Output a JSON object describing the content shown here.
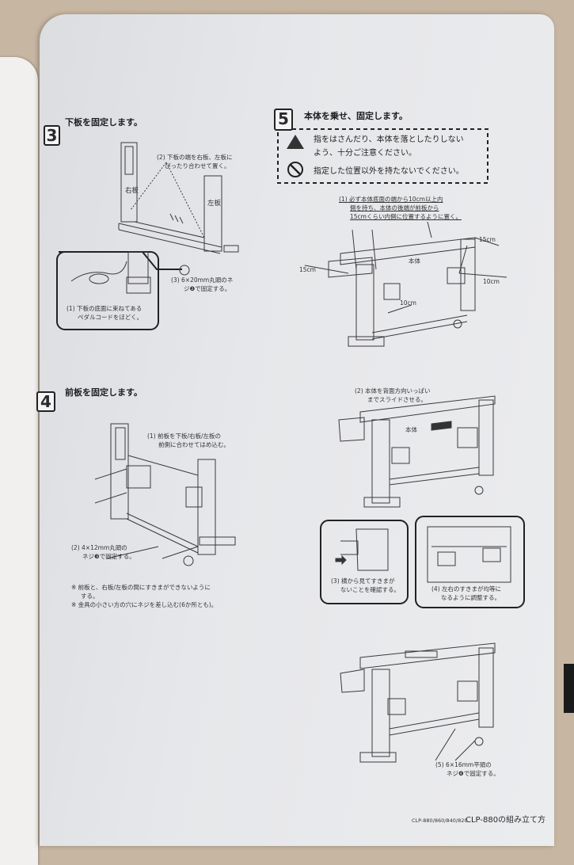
{
  "step3": {
    "number": "3",
    "title": "下板を固定します。",
    "note2_line1": "(2) 下板の端を右板、左板に",
    "note2_line2": "ぴったり合わせて置く。",
    "label_right": "右板",
    "label_left": "左板",
    "note3_line1": "(3) 6×20mm丸頭のネ",
    "note3_line2": "ジ❷で固定する。",
    "note1_line1": "(1) 下板の底面に束ねてある",
    "note1_line2": "ペダルコードをほどく。"
  },
  "step4": {
    "number": "4",
    "title": "前板を固定します。",
    "note1_line1": "(1) 前板を下板/右板/左板の",
    "note1_line2": "前側に合わせてはめ込む。",
    "note2_line1": "(2) 4×12mm丸頭の",
    "note2_line2": "ネジ❸で固定する。",
    "caution1_line1": "※ 前板と、右板/左板の間にすきまができないように",
    "caution1_line2": "する。",
    "caution2": "※ 金具の小さい方の穴にネジを差し込む(6か所とも)。"
  },
  "step5": {
    "number": "5",
    "title": "本体を乗せ、固定します。",
    "warning1_line1": "指をはさんだり、本体を落としたりしない",
    "warning1_line2": "よう、十分ご注意ください。",
    "warning2": "指定した位置以外を持たないでください。",
    "note1_line1": "(1) 必ず本体底面の端から10cm以上内",
    "note1_line2": "側を持ち、本体の後端が前板から",
    "note1_line3": "15cmくらい内側に位置するように置く。",
    "dim_15cm_right": "15cm",
    "dim_15cm_left": "15cm",
    "dim_10cm_right": "10cm",
    "dim_10cm_front": "10cm",
    "body_label": "本体",
    "note2_line1": "(2) 本体を背面方向いっぱい",
    "note2_line2": "までスライドさせる。",
    "body_label2": "本体",
    "note3_line1": "(3) 横から見てすきまが",
    "note3_line2": "ないことを確認する。",
    "note4_line1": "(4) 左右のすきまが均等に",
    "note4_line2": "なるように調整する。",
    "note5_line1": "(5) 6×16mm平頭の",
    "note5_line2": "ネジ❹で固定する。"
  },
  "footer": {
    "models": "CLP-880/860/840/820",
    "section_title": "CLP-880の組み立て方"
  },
  "icons": [
    "warning-pinch-icon",
    "prohibited-icon"
  ]
}
